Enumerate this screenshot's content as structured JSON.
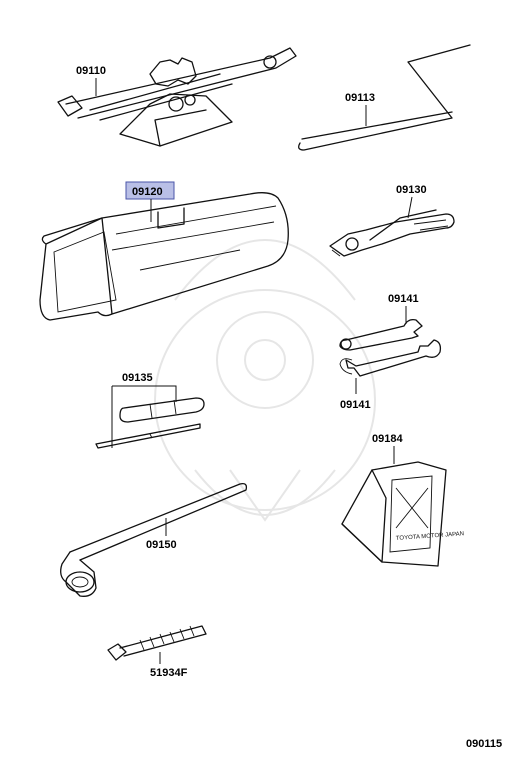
{
  "labels": {
    "jack": "09110",
    "handle": "09113",
    "tool_bag": "09120",
    "pliers": "09130",
    "wrench_top": "09141",
    "wrench_bottom": "09141",
    "screwdriver": "09135",
    "lug_wrench": "09150",
    "chock": "09184",
    "bolt": "51934F",
    "diagram_id": "090115"
  },
  "chock_stamp": "TOYOTA MOTOR JAPAN",
  "highlight_color": "#b9bfe6"
}
